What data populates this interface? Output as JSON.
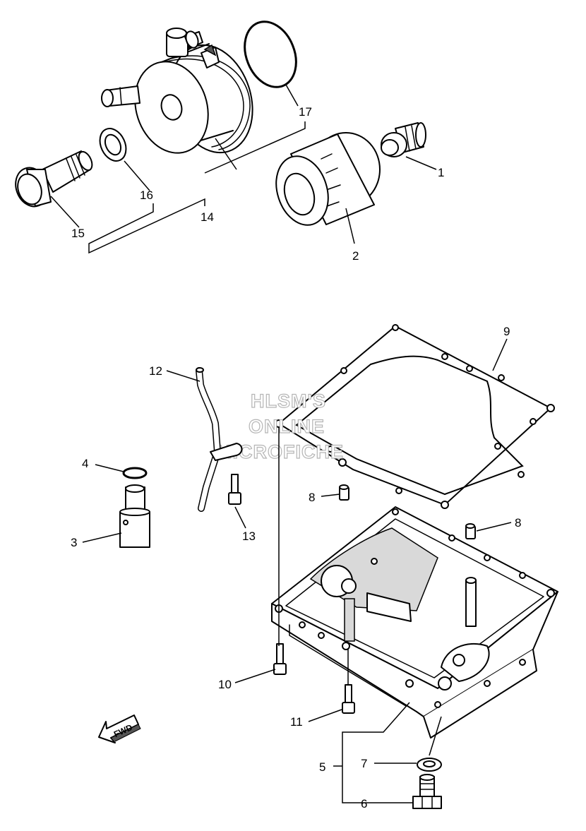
{
  "watermark": {
    "line1": "HLSM'S",
    "line2": "ONLINE",
    "line3": "MICROFICHE"
  },
  "direction_label": "FWD",
  "callouts": {
    "c1": "1",
    "c2": "2",
    "c3": "3",
    "c4": "4",
    "c5": "5",
    "c6": "6",
    "c7": "7",
    "c8a": "8",
    "c8b": "8",
    "c9": "9",
    "c10": "10",
    "c11": "11",
    "c12": "12",
    "c13": "13",
    "c14": "14",
    "c15": "15",
    "c16": "16",
    "c17": "17"
  }
}
